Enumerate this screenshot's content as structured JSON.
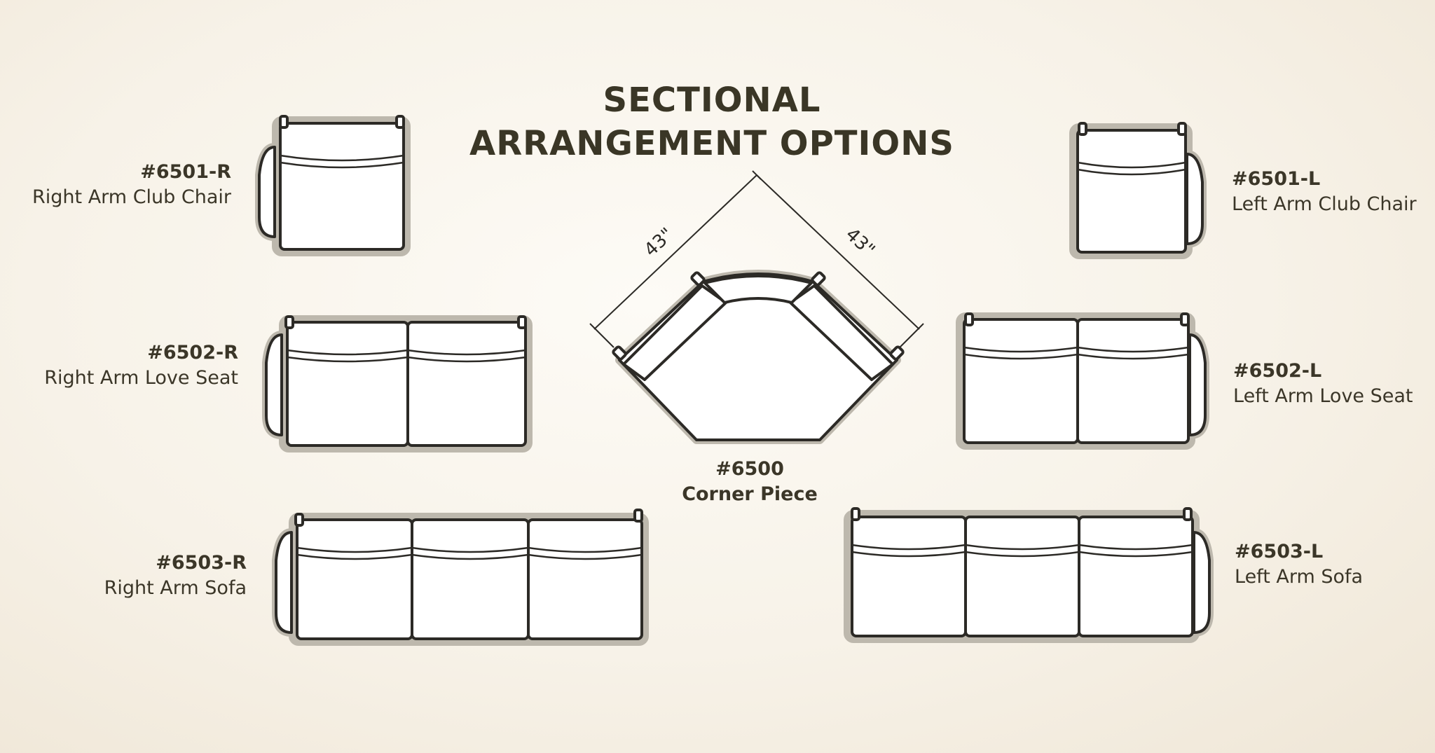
{
  "title": {
    "line1": "SECTIONAL",
    "line2": "ARRANGEMENT OPTIONS"
  },
  "pieces": {
    "r1": {
      "code": "#6501-R",
      "name": "Right Arm Club Chair"
    },
    "r2": {
      "code": "#6502-R",
      "name": "Right Arm Love Seat"
    },
    "r3": {
      "code": "#6503-R",
      "name": "Right Arm Sofa"
    },
    "l1": {
      "code": "#6501-L",
      "name": "Left Arm Club Chair"
    },
    "l2": {
      "code": "#6502-L",
      "name": "Left Arm Love Seat"
    },
    "l3": {
      "code": "#6503-L",
      "name": "Left Arm Sofa"
    },
    "corner": {
      "code": "#6500",
      "name": "Corner Piece"
    }
  },
  "dimensions": {
    "left": "43\"",
    "right": "43\""
  },
  "colors": {
    "ink": "#2c2a26",
    "text": "#3b3628",
    "background": "#f7f2e8"
  }
}
